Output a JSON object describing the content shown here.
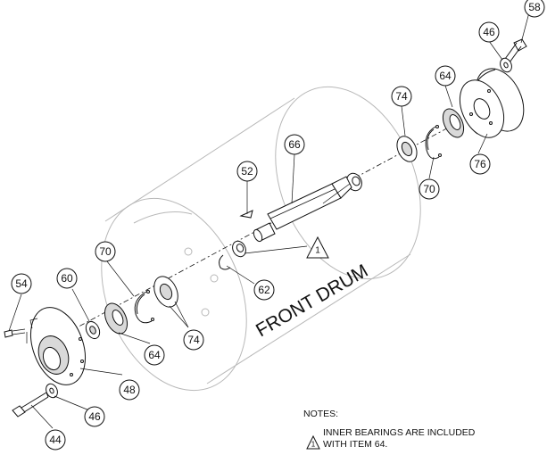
{
  "drum_label": "FRONT DRUM",
  "callouts": {
    "c58": "58",
    "c46_top": "46",
    "c64_top": "64",
    "c74_top": "74",
    "c76": "76",
    "c66": "66",
    "c52": "52",
    "c70_right": "70",
    "c70_left": "70",
    "c62": "62",
    "c60": "60",
    "c54": "54",
    "c74_bottom": "74",
    "c64_bottom": "64",
    "c48": "48",
    "c46_bottom": "46",
    "c44": "44"
  },
  "flag_note_ref": "1",
  "notes": {
    "heading": "NOTES:",
    "flag_number": "1",
    "line1": "INNER BEARINGS ARE INCLUDED",
    "line2": "WITH ITEM 64."
  }
}
